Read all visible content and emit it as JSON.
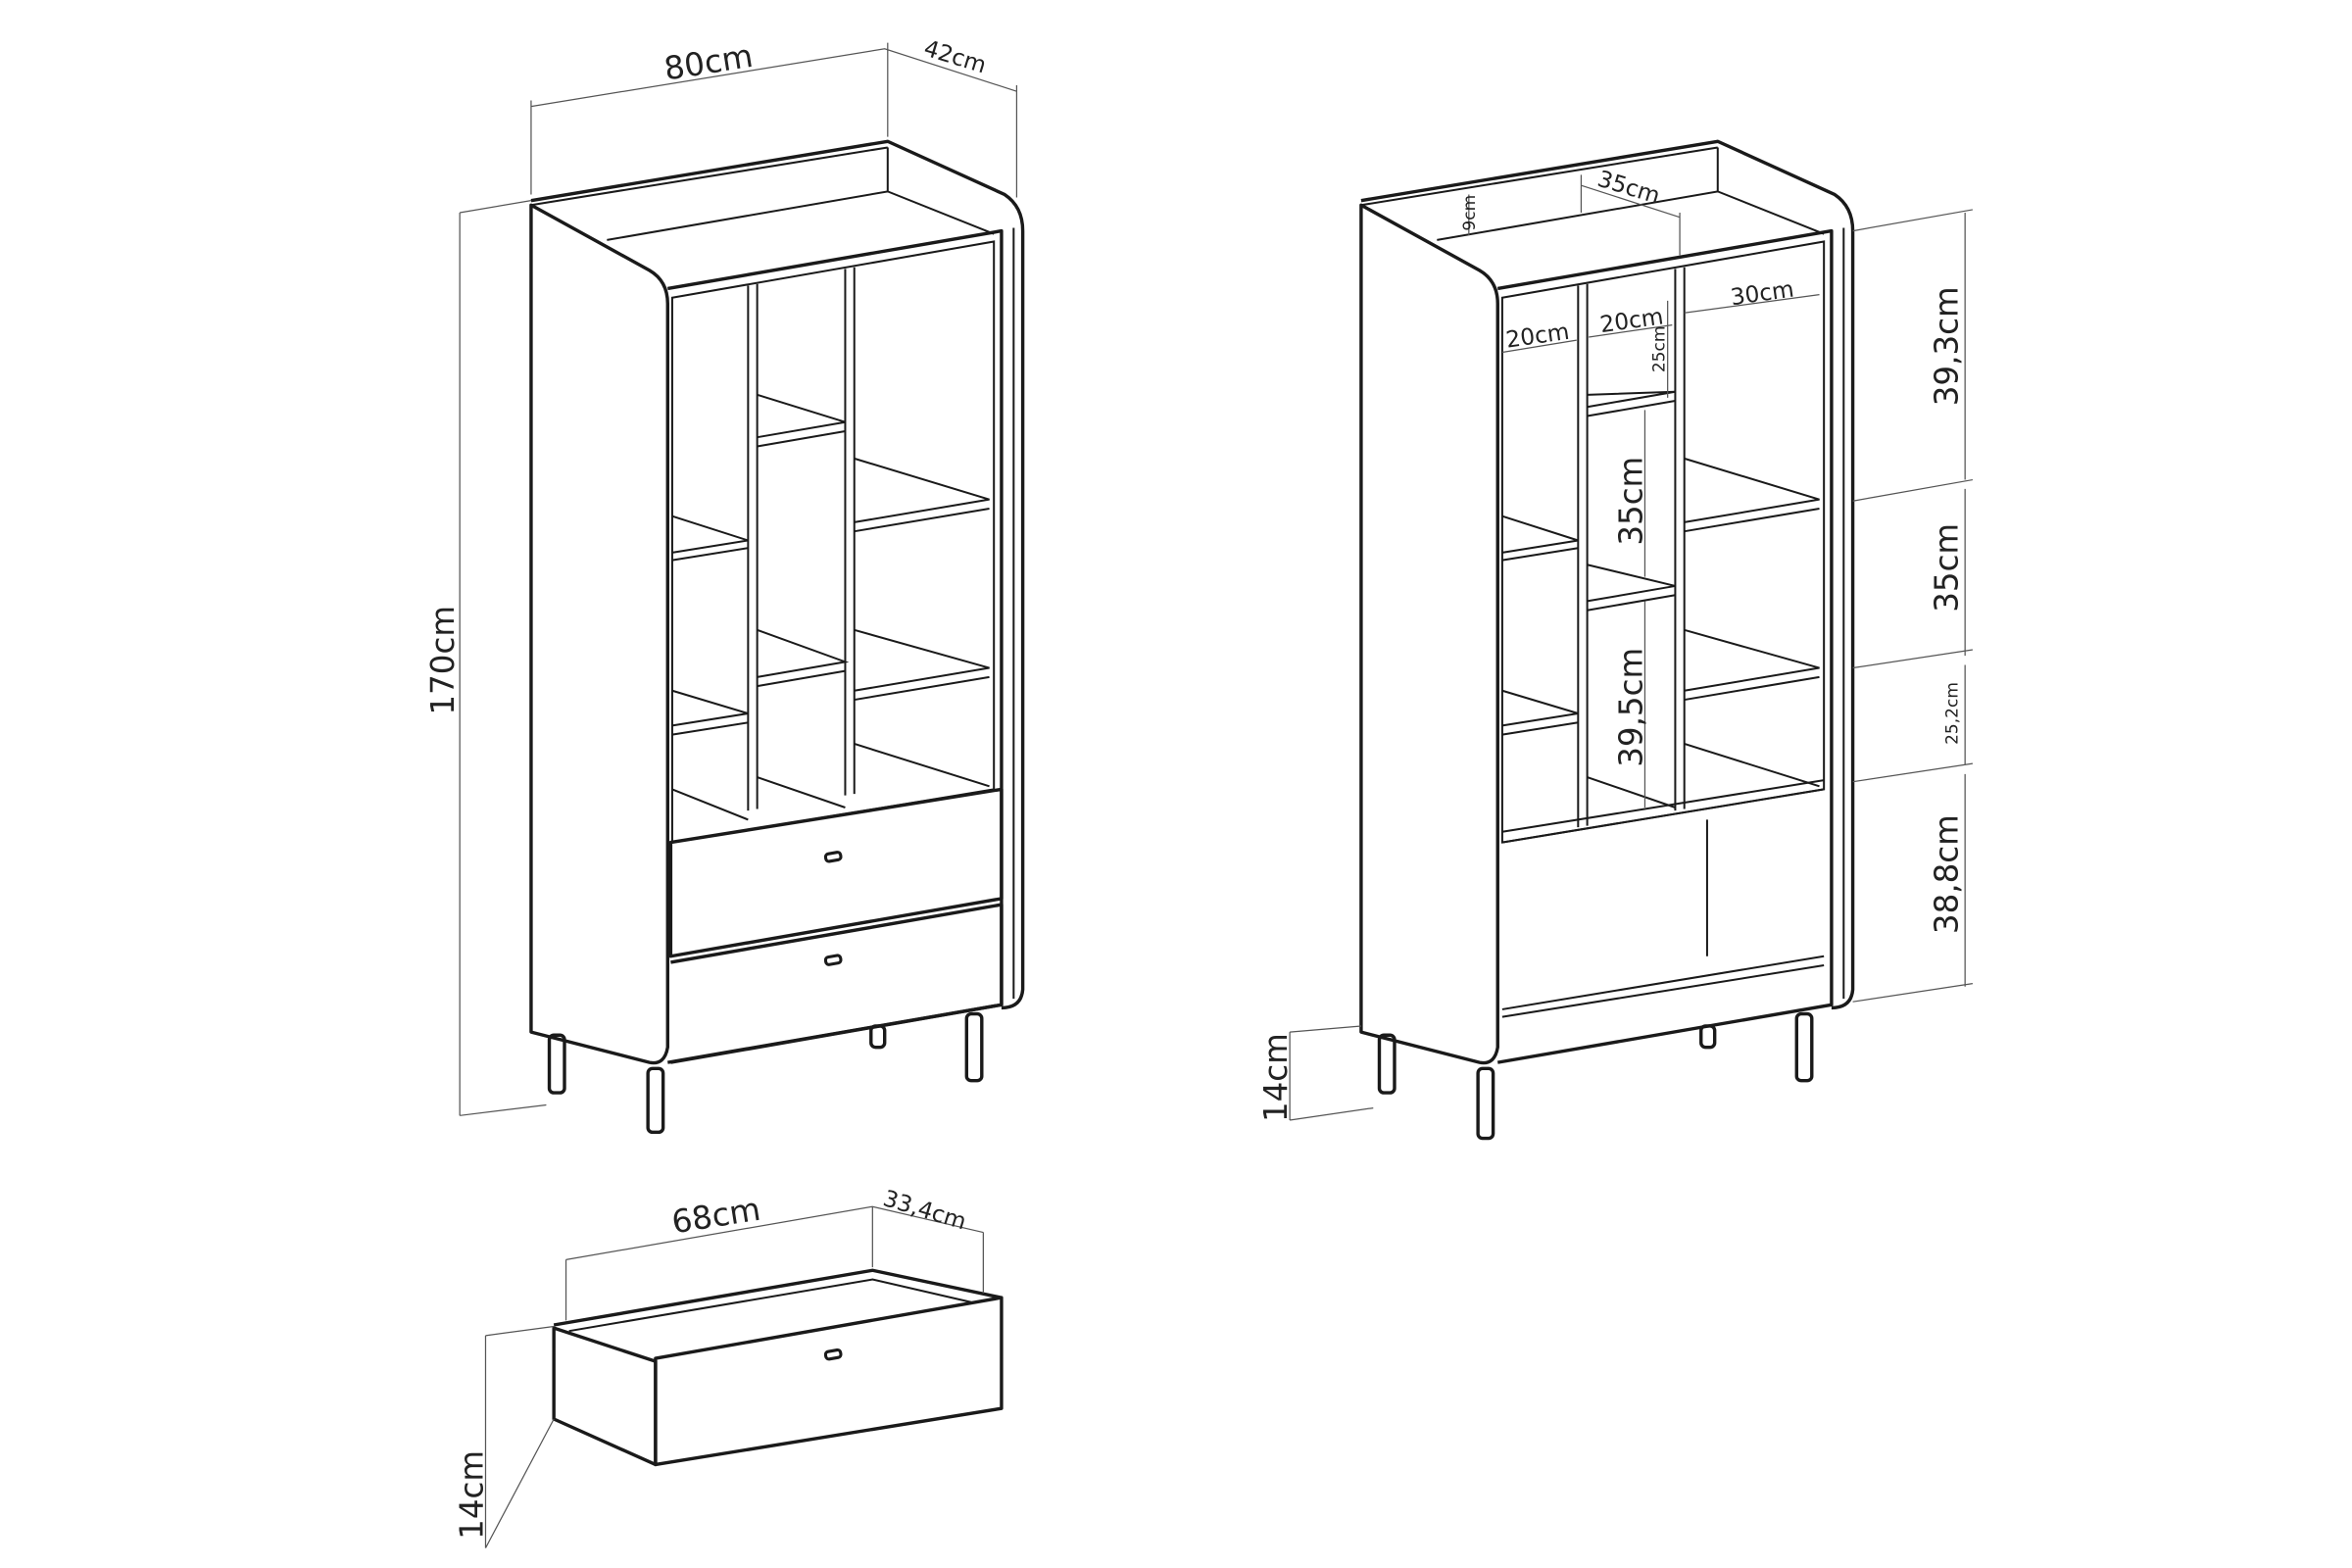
{
  "front_view": {
    "width_label": "80cm",
    "depth_label": "42cm",
    "height_label": "170cm"
  },
  "interior_view": {
    "top_depth_label": "35cm",
    "top_height_label": "9cm",
    "left_col_width_label": "20cm",
    "mid_col_width_label": "20cm",
    "right_col_width_label": "30cm",
    "mid_top_height_label": "25cm",
    "mid_middle_height_label": "35cm",
    "mid_lower_height_label": "39,5cm",
    "section1_height_label": "39,3cm",
    "section2_height_label": "35cm",
    "section3_height_label": "25,2cm",
    "section4_height_label": "38,8cm",
    "leg_height_label": "14cm"
  },
  "drawer_view": {
    "width_label": "68cm",
    "depth_label": "33,4cm",
    "height_label": "14cm"
  }
}
